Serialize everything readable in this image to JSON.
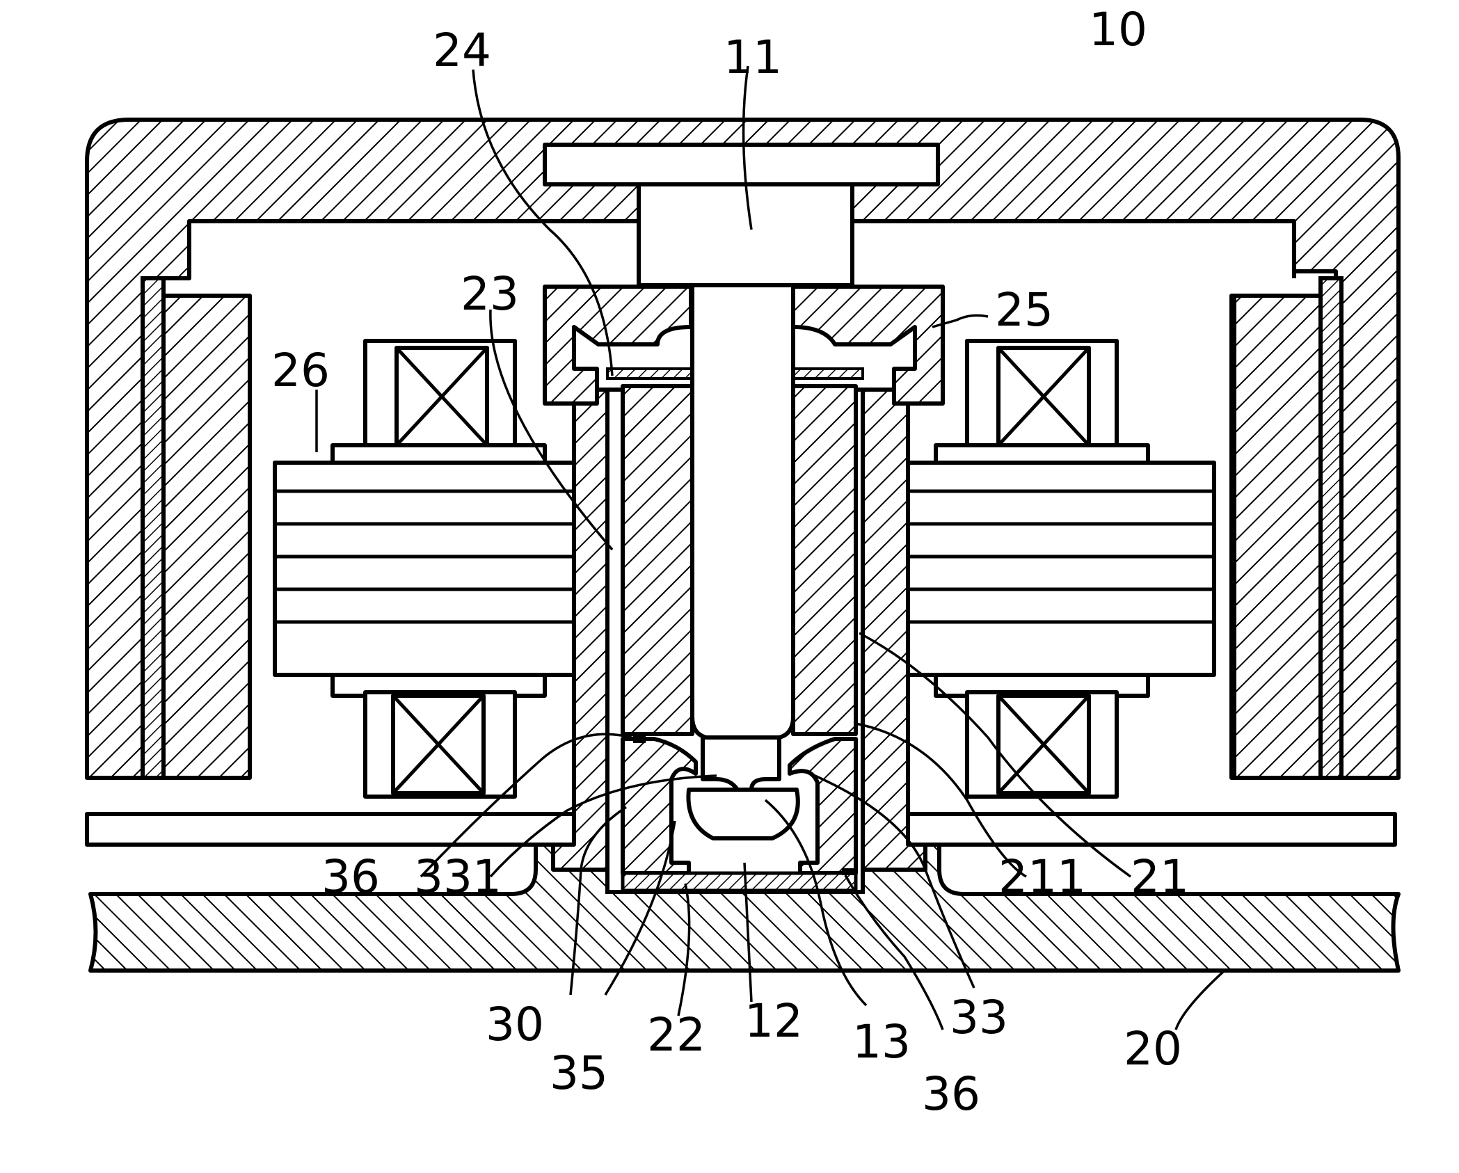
{
  "labels": {
    "l10": "10",
    "l11": "11",
    "l24": "24",
    "l23": "23",
    "l25": "25",
    "l26": "26",
    "l36a": "36",
    "l331": "331",
    "l211": "211",
    "l21": "21",
    "l30": "30",
    "l35": "35",
    "l22": "22",
    "l12": "12",
    "l13": "13",
    "l36b": "36",
    "l33": "33",
    "l20": "20"
  }
}
